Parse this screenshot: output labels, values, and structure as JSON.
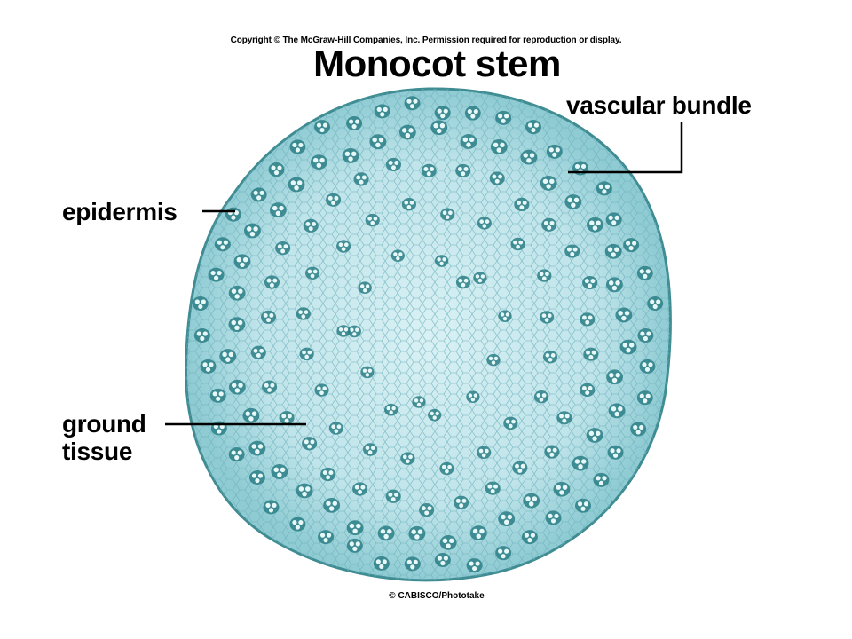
{
  "header": {
    "copyright": "Copyright © The McGraw-Hill Companies, Inc. Permission required for reproduction or display.",
    "title": "Monocot stem"
  },
  "labels": {
    "vascular_bundle": "vascular bundle",
    "epidermis": "epidermis",
    "ground_tissue_line1": "ground",
    "ground_tissue_line2": "tissue"
  },
  "footer": {
    "credit": "© CABISCO/Phototake"
  },
  "colors": {
    "tissue_fill": "#b8e2e9",
    "tissue_light": "#d7f0f3",
    "bundle": "#2c7f86",
    "epidermis": "#4a8f95"
  }
}
